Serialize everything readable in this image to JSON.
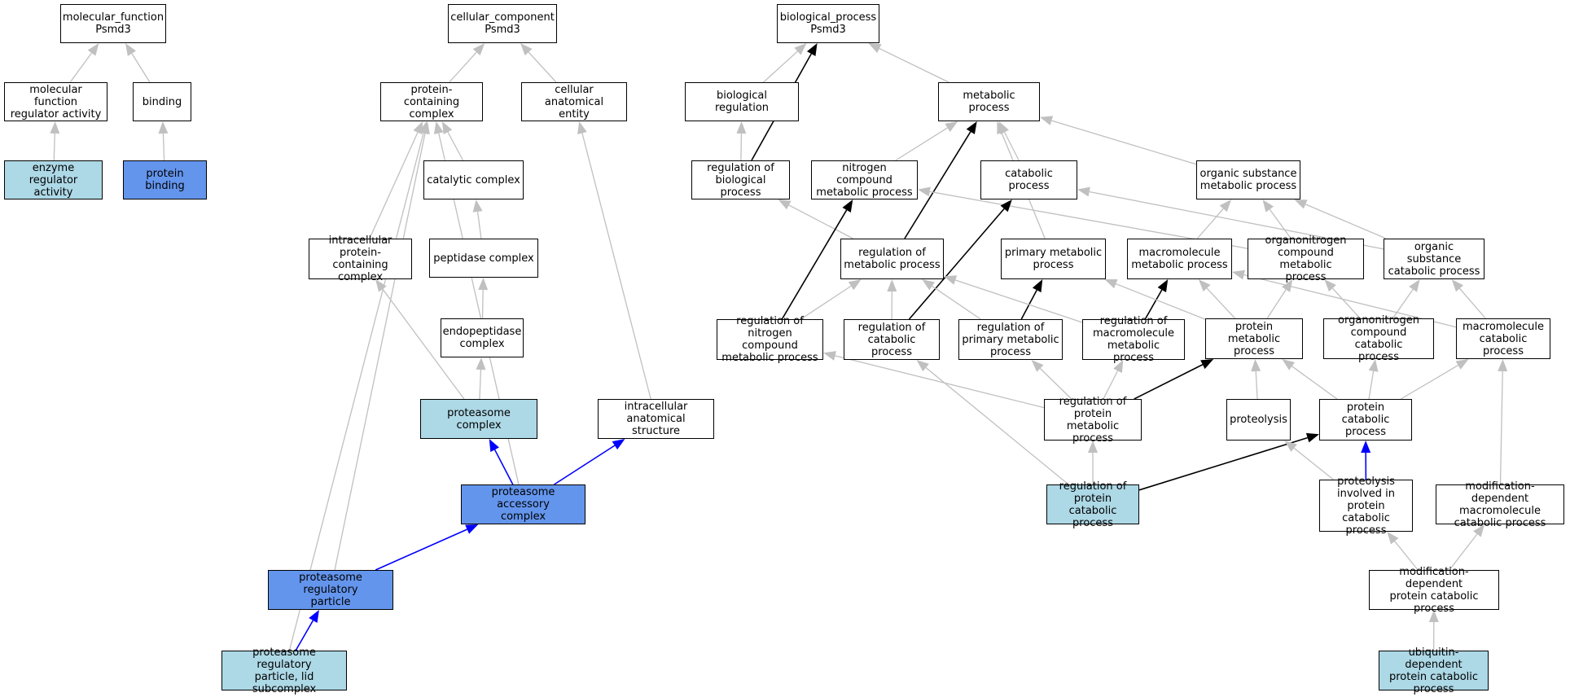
{
  "colors": {
    "plain": "#ffffff",
    "light": "#add8e6",
    "dark": "#6495ed",
    "edge_gray": "#c0c0c0",
    "edge_black": "#000000",
    "edge_blue": "#0000ff"
  },
  "nodes": [
    {
      "id": "mf_root",
      "label": "molecular_function\nPsmd3",
      "style": "plain"
    },
    {
      "id": "mf_reg",
      "label": "molecular function\nregulator activity",
      "style": "plain"
    },
    {
      "id": "binding",
      "label": "binding",
      "style": "plain"
    },
    {
      "id": "enz_reg",
      "label": "enzyme regulator\nactivity",
      "style": "light"
    },
    {
      "id": "prot_binding",
      "label": "protein binding",
      "style": "dark"
    },
    {
      "id": "cc_root",
      "label": "cellular_component\nPsmd3",
      "style": "plain"
    },
    {
      "id": "pcc",
      "label": "protein-containing\ncomplex",
      "style": "plain"
    },
    {
      "id": "cae",
      "label": "cellular anatomical\nentity",
      "style": "plain"
    },
    {
      "id": "catalytic",
      "label": "catalytic complex",
      "style": "plain"
    },
    {
      "id": "ipcc",
      "label": "intracellular\nprotein-containing\ncomplex",
      "style": "plain"
    },
    {
      "id": "peptidase",
      "label": "peptidase complex",
      "style": "plain"
    },
    {
      "id": "endopep",
      "label": "endopeptidase\ncomplex",
      "style": "plain"
    },
    {
      "id": "proteasome",
      "label": "proteasome complex",
      "style": "light"
    },
    {
      "id": "ias",
      "label": "intracellular\nanatomical structure",
      "style": "plain"
    },
    {
      "id": "pac",
      "label": "proteasome accessory\ncomplex",
      "style": "dark"
    },
    {
      "id": "prp",
      "label": "proteasome regulatory\nparticle",
      "style": "dark"
    },
    {
      "id": "lid",
      "label": "proteasome regulatory\nparticle, lid\nsubcomplex",
      "style": "light"
    },
    {
      "id": "bp_root",
      "label": "biological_process\nPsmd3",
      "style": "plain"
    },
    {
      "id": "bioreg",
      "label": "biological regulation",
      "style": "plain"
    },
    {
      "id": "metab",
      "label": "metabolic process",
      "style": "plain"
    },
    {
      "id": "reg_bio",
      "label": "regulation of\nbiological process",
      "style": "plain"
    },
    {
      "id": "ncmp",
      "label": "nitrogen compound\nmetabolic process",
      "style": "plain"
    },
    {
      "id": "catab",
      "label": "catabolic process",
      "style": "plain"
    },
    {
      "id": "osmp",
      "label": "organic substance\nmetabolic process",
      "style": "plain"
    },
    {
      "id": "reg_metab",
      "label": "regulation of\nmetabolic process",
      "style": "plain"
    },
    {
      "id": "primary",
      "label": "primary metabolic\nprocess",
      "style": "plain"
    },
    {
      "id": "macro",
      "label": "macromolecule\nmetabolic process",
      "style": "plain"
    },
    {
      "id": "onmp",
      "label": "organonitrogen\ncompound metabolic\nprocess",
      "style": "plain"
    },
    {
      "id": "oscp",
      "label": "organic substance\ncatabolic process",
      "style": "plain"
    },
    {
      "id": "reg_ncmp",
      "label": "regulation of\nnitrogen compound\nmetabolic process",
      "style": "plain"
    },
    {
      "id": "reg_catab",
      "label": "regulation of\ncatabolic process",
      "style": "plain"
    },
    {
      "id": "reg_primary",
      "label": "regulation of\nprimary metabolic\nprocess",
      "style": "plain"
    },
    {
      "id": "reg_macro",
      "label": "regulation of\nmacromolecule\nmetabolic process",
      "style": "plain"
    },
    {
      "id": "pmp",
      "label": "protein metabolic\nprocess",
      "style": "plain"
    },
    {
      "id": "onccp",
      "label": "organonitrogen\ncompound catabolic\nprocess",
      "style": "plain"
    },
    {
      "id": "mcp",
      "label": "macromolecule\ncatabolic process",
      "style": "plain"
    },
    {
      "id": "reg_pmp",
      "label": "regulation of\nprotein metabolic\nprocess",
      "style": "plain"
    },
    {
      "id": "proteolysis",
      "label": "proteolysis",
      "style": "plain"
    },
    {
      "id": "pcp",
      "label": "protein catabolic\nprocess",
      "style": "plain"
    },
    {
      "id": "reg_pcp",
      "label": "regulation of\nprotein catabolic\nprocess",
      "style": "light"
    },
    {
      "id": "pipcp",
      "label": "proteolysis\ninvolved in\nprotein catabolic\nprocess",
      "style": "plain"
    },
    {
      "id": "mdmcp",
      "label": "modification-dependent\nmacromolecule\ncatabolic process",
      "style": "plain"
    },
    {
      "id": "mdpcp",
      "label": "modification-dependent\nprotein catabolic\nprocess",
      "style": "plain"
    },
    {
      "id": "udpcp",
      "label": "ubiquitin-dependent\nprotein catabolic\nprocess",
      "style": "light"
    }
  ],
  "edges": [
    {
      "from": "mf_reg",
      "to": "mf_root",
      "color": "gray"
    },
    {
      "from": "binding",
      "to": "mf_root",
      "color": "gray"
    },
    {
      "from": "enz_reg",
      "to": "mf_reg",
      "color": "gray"
    },
    {
      "from": "prot_binding",
      "to": "binding",
      "color": "gray"
    },
    {
      "from": "pcc",
      "to": "cc_root",
      "color": "gray"
    },
    {
      "from": "cae",
      "to": "cc_root",
      "color": "gray"
    },
    {
      "from": "catalytic",
      "to": "pcc",
      "color": "gray"
    },
    {
      "from": "ipcc",
      "to": "pcc",
      "color": "gray"
    },
    {
      "from": "peptidase",
      "to": "catalytic",
      "color": "gray"
    },
    {
      "from": "endopep",
      "to": "peptidase",
      "color": "gray"
    },
    {
      "from": "proteasome",
      "to": "endopep",
      "color": "gray"
    },
    {
      "from": "proteasome",
      "to": "ipcc",
      "color": "gray"
    },
    {
      "from": "ias",
      "to": "cae",
      "color": "gray"
    },
    {
      "from": "pac",
      "to": "proteasome",
      "color": "blue"
    },
    {
      "from": "pac",
      "to": "ias",
      "color": "blue"
    },
    {
      "from": "pac",
      "to": "pcc",
      "color": "gray"
    },
    {
      "from": "prp",
      "to": "pac",
      "color": "blue"
    },
    {
      "from": "prp",
      "to": "pcc",
      "color": "gray"
    },
    {
      "from": "lid",
      "to": "prp",
      "color": "blue"
    },
    {
      "from": "lid",
      "to": "pcc",
      "color": "gray"
    },
    {
      "from": "bioreg",
      "to": "bp_root",
      "color": "gray"
    },
    {
      "from": "metab",
      "to": "bp_root",
      "color": "gray"
    },
    {
      "from": "reg_bio",
      "to": "bioreg",
      "color": "gray"
    },
    {
      "from": "reg_bio",
      "to": "bp_root",
      "color": "black"
    },
    {
      "from": "ncmp",
      "to": "metab",
      "color": "gray"
    },
    {
      "from": "catab",
      "to": "metab",
      "color": "gray"
    },
    {
      "from": "osmp",
      "to": "metab",
      "color": "gray"
    },
    {
      "from": "reg_metab",
      "to": "reg_bio",
      "color": "gray"
    },
    {
      "from": "reg_metab",
      "to": "metab",
      "color": "black"
    },
    {
      "from": "primary",
      "to": "metab",
      "color": "gray"
    },
    {
      "from": "macro",
      "to": "osmp",
      "color": "gray"
    },
    {
      "from": "onmp",
      "to": "osmp",
      "color": "gray"
    },
    {
      "from": "onmp",
      "to": "ncmp",
      "color": "gray"
    },
    {
      "from": "oscp",
      "to": "osmp",
      "color": "gray"
    },
    {
      "from": "oscp",
      "to": "catab",
      "color": "gray"
    },
    {
      "from": "reg_ncmp",
      "to": "reg_metab",
      "color": "gray"
    },
    {
      "from": "reg_ncmp",
      "to": "ncmp",
      "color": "black"
    },
    {
      "from": "reg_catab",
      "to": "reg_metab",
      "color": "gray"
    },
    {
      "from": "reg_catab",
      "to": "catab",
      "color": "black"
    },
    {
      "from": "reg_primary",
      "to": "reg_metab",
      "color": "gray"
    },
    {
      "from": "reg_primary",
      "to": "primary",
      "color": "black"
    },
    {
      "from": "reg_macro",
      "to": "reg_metab",
      "color": "gray"
    },
    {
      "from": "reg_macro",
      "to": "macro",
      "color": "black"
    },
    {
      "from": "pmp",
      "to": "primary",
      "color": "gray"
    },
    {
      "from": "pmp",
      "to": "macro",
      "color": "gray"
    },
    {
      "from": "pmp",
      "to": "onmp",
      "color": "gray"
    },
    {
      "from": "onccp",
      "to": "onmp",
      "color": "gray"
    },
    {
      "from": "onccp",
      "to": "oscp",
      "color": "gray"
    },
    {
      "from": "mcp",
      "to": "macro",
      "color": "gray"
    },
    {
      "from": "mcp",
      "to": "oscp",
      "color": "gray"
    },
    {
      "from": "reg_pmp",
      "to": "reg_ncmp",
      "color": "gray"
    },
    {
      "from": "reg_pmp",
      "to": "reg_primary",
      "color": "gray"
    },
    {
      "from": "reg_pmp",
      "to": "reg_macro",
      "color": "gray"
    },
    {
      "from": "reg_pmp",
      "to": "pmp",
      "color": "black"
    },
    {
      "from": "proteolysis",
      "to": "pmp",
      "color": "gray"
    },
    {
      "from": "pcp",
      "to": "pmp",
      "color": "gray"
    },
    {
      "from": "pcp",
      "to": "onccp",
      "color": "gray"
    },
    {
      "from": "pcp",
      "to": "mcp",
      "color": "gray"
    },
    {
      "from": "reg_pcp",
      "to": "reg_pmp",
      "color": "gray"
    },
    {
      "from": "reg_pcp",
      "to": "reg_catab",
      "color": "gray"
    },
    {
      "from": "reg_pcp",
      "to": "pcp",
      "color": "black"
    },
    {
      "from": "pipcp",
      "to": "pcp",
      "color": "blue"
    },
    {
      "from": "pipcp",
      "to": "proteolysis",
      "color": "gray"
    },
    {
      "from": "mdmcp",
      "to": "mcp",
      "color": "gray"
    },
    {
      "from": "mdpcp",
      "to": "pipcp",
      "color": "gray"
    },
    {
      "from": "mdpcp",
      "to": "mdmcp",
      "color": "gray"
    },
    {
      "from": "udpcp",
      "to": "mdpcp",
      "color": "gray"
    }
  ]
}
